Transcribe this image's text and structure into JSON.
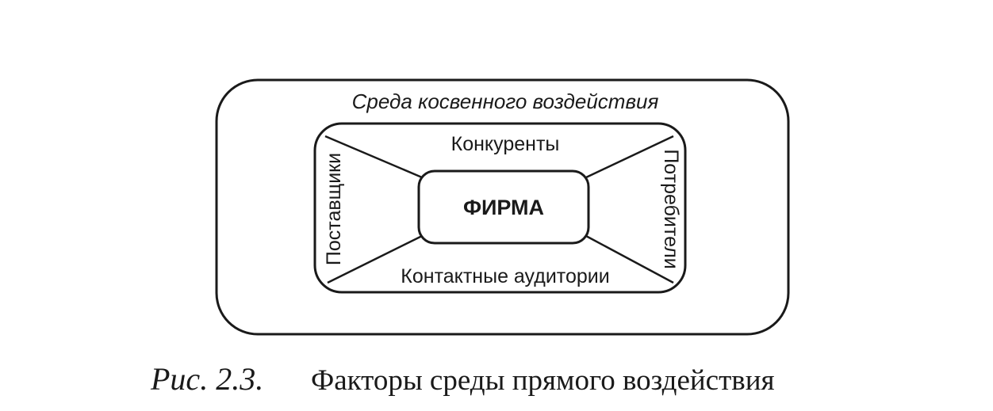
{
  "diagram": {
    "outer_label": "Среда косвенного воздействия",
    "core_label": "ФИРМА",
    "top_label": "Конкуренты",
    "bottom_label": "Контактные аудитории",
    "left_label": "Поставщики",
    "right_label": "Потребители"
  },
  "caption": {
    "number": "Рис. 2.3.",
    "text": "Факторы среды прямого воздействия"
  }
}
